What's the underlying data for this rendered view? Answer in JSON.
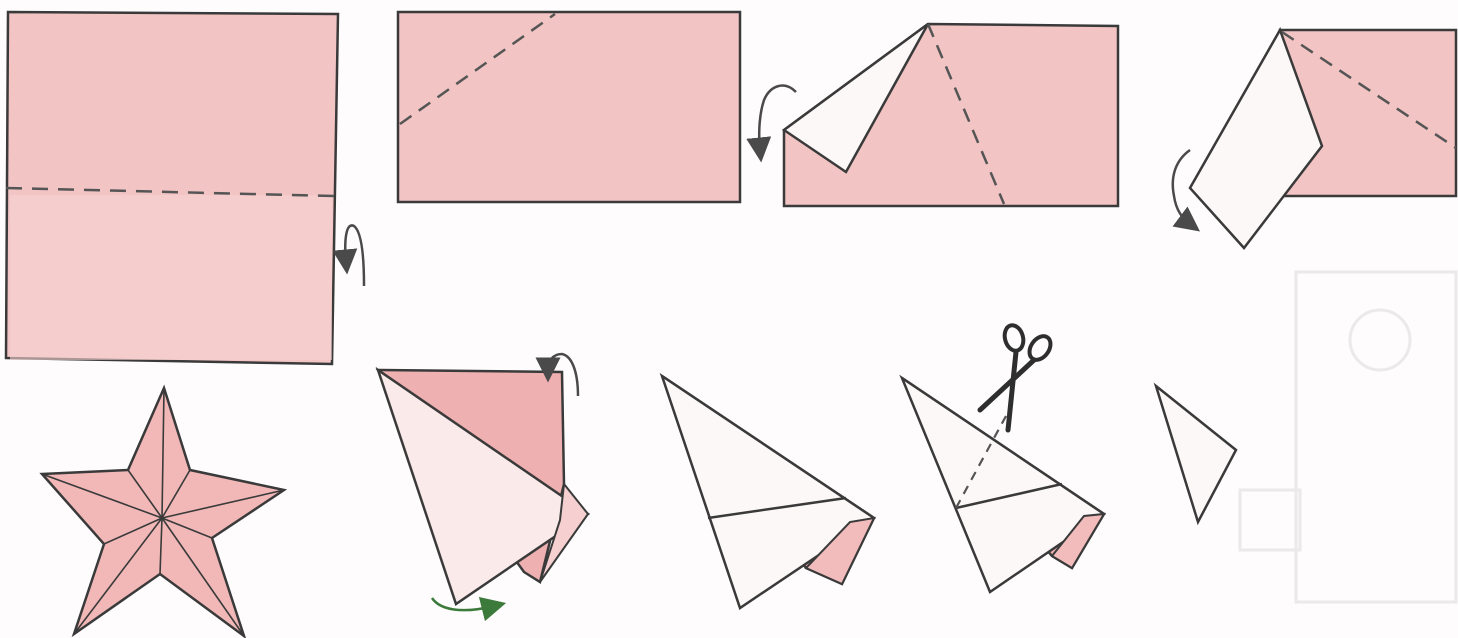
{
  "diagram": {
    "type": "origami-instructions",
    "steps": [
      {
        "id": 1,
        "action": "fold-in-half",
        "fold_arrow": "up-back",
        "fold_line": "dashed-horizontal"
      },
      {
        "id": 2,
        "action": "fold-corner",
        "fold_line": "dashed-diagonal"
      },
      {
        "id": 3,
        "action": "fold-flap-back",
        "fold_line": "dashed-diagonal",
        "fold_arrow": "down-left"
      },
      {
        "id": 4,
        "action": "fold-flap-down",
        "fold_line": "dashed-diagonal",
        "fold_arrow": "down-left"
      },
      {
        "id": 5,
        "action": "fold-back",
        "fold_arrow": "back"
      },
      {
        "id": 6,
        "action": "crease"
      },
      {
        "id": 7,
        "action": "cut",
        "tool": "scissors-icon"
      },
      {
        "id": 8,
        "action": "unfold-piece"
      },
      {
        "id": 9,
        "action": "result",
        "shape": "five-pointed-star"
      }
    ]
  },
  "colors": {
    "paper_pink": "#f2c4c4",
    "paper_pink_dark": "#eeb0b0",
    "paper_white": "#fdf8f8",
    "outline": "#3a3a3a",
    "dash": "#555555",
    "arrow": "#4a4a4a",
    "arrow_green": "#3c7a3c",
    "scissors": "#2e2e2e"
  }
}
